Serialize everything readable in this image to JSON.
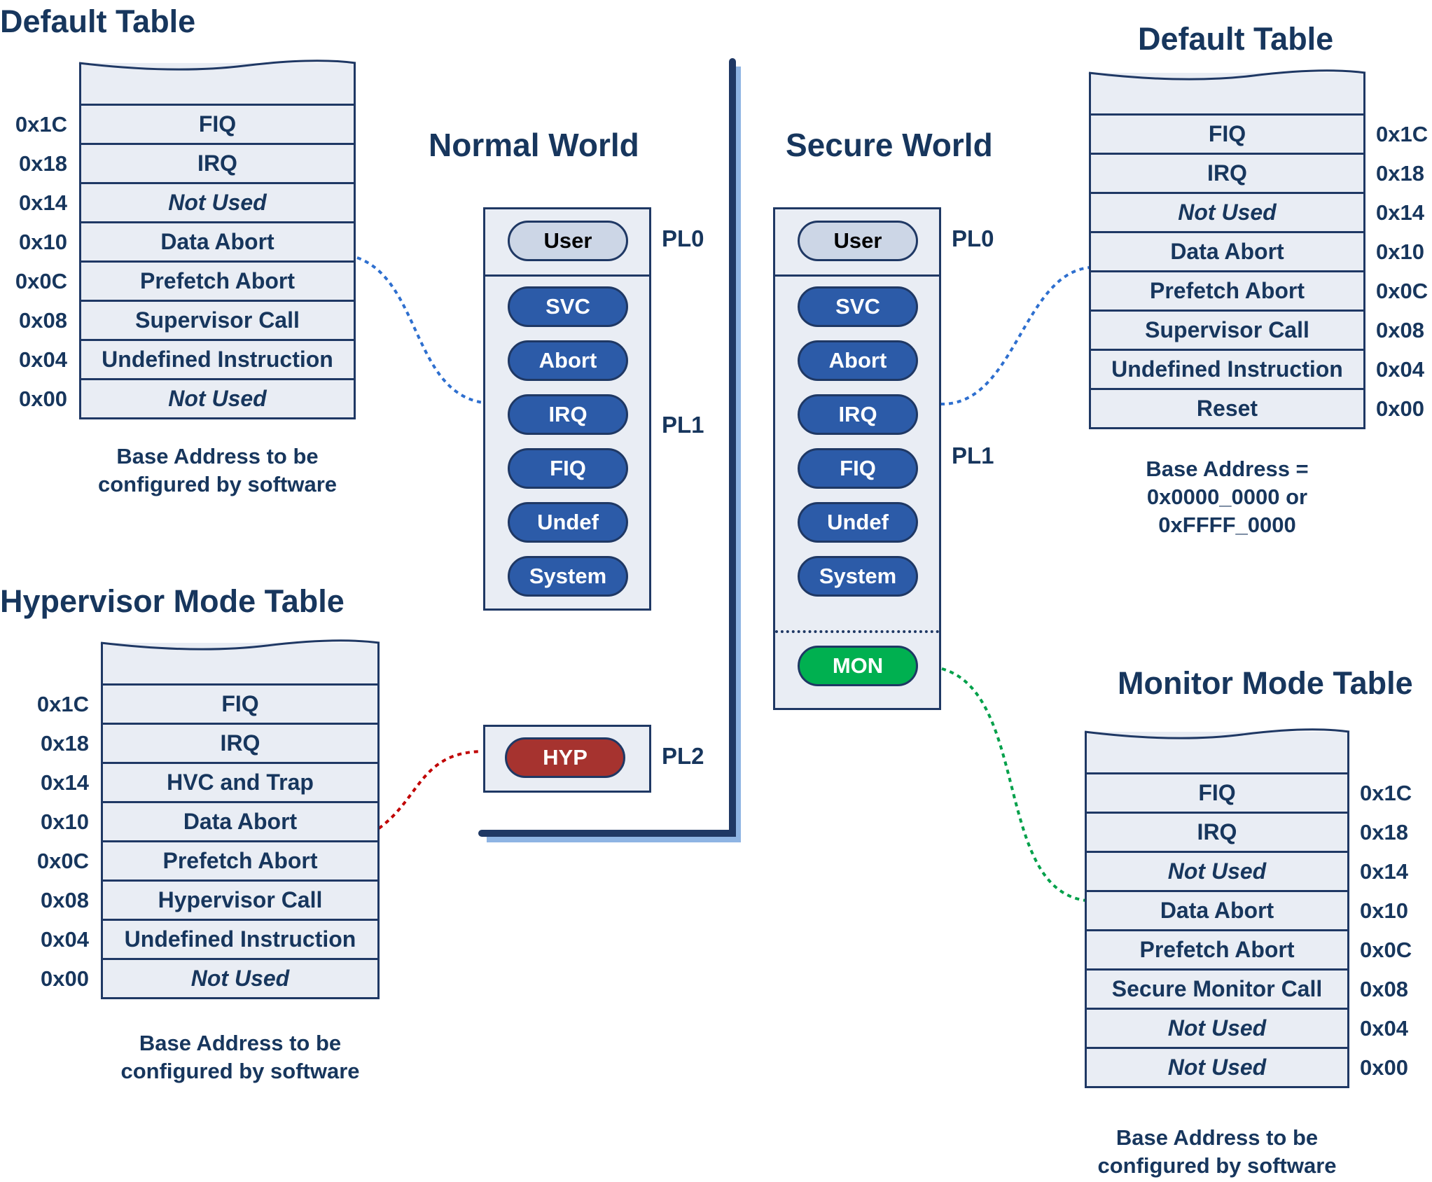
{
  "colors": {
    "navy": "#1f3864",
    "text": "#17365d",
    "table_fill": "#e9edf4",
    "mode_pill": "#2c5ba8",
    "user_pill": "#ccd6e6",
    "mon_pill": "#00b050",
    "hyp_pill": "#a6332f",
    "link_blue": "#2e6fcf",
    "link_red": "#c00000",
    "link_green": "#00a04a"
  },
  "tables": {
    "normal_default": {
      "title": "Default Table",
      "rows": [
        {
          "addr": "0x1C",
          "label": "FIQ"
        },
        {
          "addr": "0x18",
          "label": "IRQ"
        },
        {
          "addr": "0x14",
          "label": "Not Used"
        },
        {
          "addr": "0x10",
          "label": "Data Abort"
        },
        {
          "addr": "0x0C",
          "label": "Prefetch Abort"
        },
        {
          "addr": "0x08",
          "label": "Supervisor Call"
        },
        {
          "addr": "0x04",
          "label": "Undefined Instruction"
        },
        {
          "addr": "0x00",
          "label": "Not Used"
        }
      ],
      "caption": [
        "Base Address to be",
        "configured by software"
      ]
    },
    "hypervisor": {
      "title": "Hypervisor Mode Table",
      "rows": [
        {
          "addr": "0x1C",
          "label": "FIQ"
        },
        {
          "addr": "0x18",
          "label": "IRQ"
        },
        {
          "addr": "0x14",
          "label": "HVC and Trap"
        },
        {
          "addr": "0x10",
          "label": "Data Abort"
        },
        {
          "addr": "0x0C",
          "label": "Prefetch Abort"
        },
        {
          "addr": "0x08",
          "label": "Hypervisor Call"
        },
        {
          "addr": "0x04",
          "label": "Undefined Instruction"
        },
        {
          "addr": "0x00",
          "label": "Not Used"
        }
      ],
      "caption": [
        "Base Address to be",
        "configured by software"
      ]
    },
    "secure_default": {
      "title": "Default Table",
      "rows": [
        {
          "addr": "0x1C",
          "label": "FIQ"
        },
        {
          "addr": "0x18",
          "label": "IRQ"
        },
        {
          "addr": "0x14",
          "label": "Not Used"
        },
        {
          "addr": "0x10",
          "label": "Data Abort"
        },
        {
          "addr": "0x0C",
          "label": "Prefetch Abort"
        },
        {
          "addr": "0x08",
          "label": "Supervisor Call"
        },
        {
          "addr": "0x04",
          "label": "Undefined Instruction"
        },
        {
          "addr": "0x00",
          "label": "Reset"
        }
      ],
      "caption": [
        "Base Address =",
        "0x0000_0000 or",
        "0xFFFF_0000"
      ]
    },
    "monitor": {
      "title": "Monitor Mode Table",
      "rows": [
        {
          "addr": "0x1C",
          "label": "FIQ"
        },
        {
          "addr": "0x18",
          "label": "IRQ"
        },
        {
          "addr": "0x14",
          "label": "Not Used"
        },
        {
          "addr": "0x10",
          "label": "Data Abort"
        },
        {
          "addr": "0x0C",
          "label": "Prefetch Abort"
        },
        {
          "addr": "0x08",
          "label": "Secure Monitor Call"
        },
        {
          "addr": "0x04",
          "label": "Not Used"
        },
        {
          "addr": "0x00",
          "label": "Not Used"
        }
      ],
      "caption": [
        "Base Address to be",
        "configured by software"
      ]
    }
  },
  "worlds": {
    "normal": {
      "title": "Normal World",
      "user": "User",
      "modes": [
        "SVC",
        "Abort",
        "IRQ",
        "FIQ",
        "Undef",
        "System"
      ],
      "hyp": "HYP",
      "pl0": "PL0",
      "pl1": "PL1",
      "pl2": "PL2"
    },
    "secure": {
      "title": "Secure World",
      "user": "User",
      "modes": [
        "SVC",
        "Abort",
        "IRQ",
        "FIQ",
        "Undef",
        "System"
      ],
      "mon": "MON",
      "pl0": "PL0",
      "pl1": "PL1"
    }
  }
}
